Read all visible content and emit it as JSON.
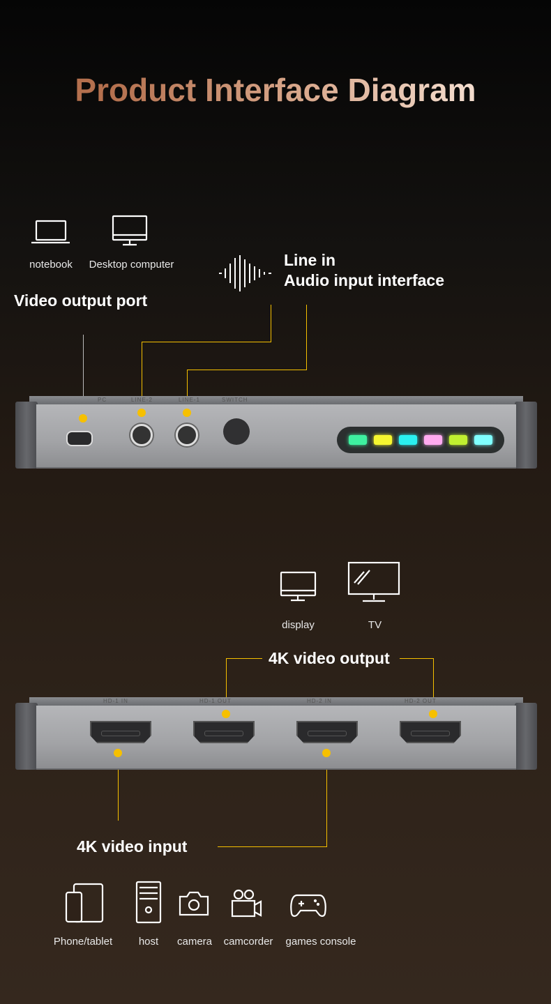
{
  "title": "Product Interface Diagram",
  "top_section": {
    "devices": [
      {
        "label": "notebook",
        "icon": "laptop-icon"
      },
      {
        "label": "Desktop computer",
        "icon": "monitor-icon"
      }
    ],
    "video_output_label": "Video output port",
    "audio_label_line1": "Line in",
    "audio_label_line2": "Audio input interface",
    "port_labels": [
      "PC",
      "LINE-2",
      "LINE-1",
      "SWITCH"
    ],
    "led_colors": [
      "#3ef0a0",
      "#f6f630",
      "#2af0f0",
      "#ffaaf0",
      "#c0f030",
      "#80ffff"
    ]
  },
  "bottom_section": {
    "outputs": [
      {
        "label": "display",
        "icon": "monitor-icon"
      },
      {
        "label": "TV",
        "icon": "tv-icon"
      }
    ],
    "output_label": "4K video output",
    "input_label": "4K video input",
    "port_labels": [
      "HD-1 IN",
      "HD-1 OUT",
      "HD-2 IN",
      "HD-2 OUT"
    ],
    "sources": [
      {
        "label": "Phone/tablet",
        "icon": "phone-tablet-icon"
      },
      {
        "label": "host",
        "icon": "pc-tower-icon"
      },
      {
        "label": "camera",
        "icon": "camera-icon"
      },
      {
        "label": "camcorder",
        "icon": "camcorder-icon"
      },
      {
        "label": "games console",
        "icon": "gamepad-icon"
      }
    ]
  },
  "colors": {
    "accent": "#f6c000"
  }
}
